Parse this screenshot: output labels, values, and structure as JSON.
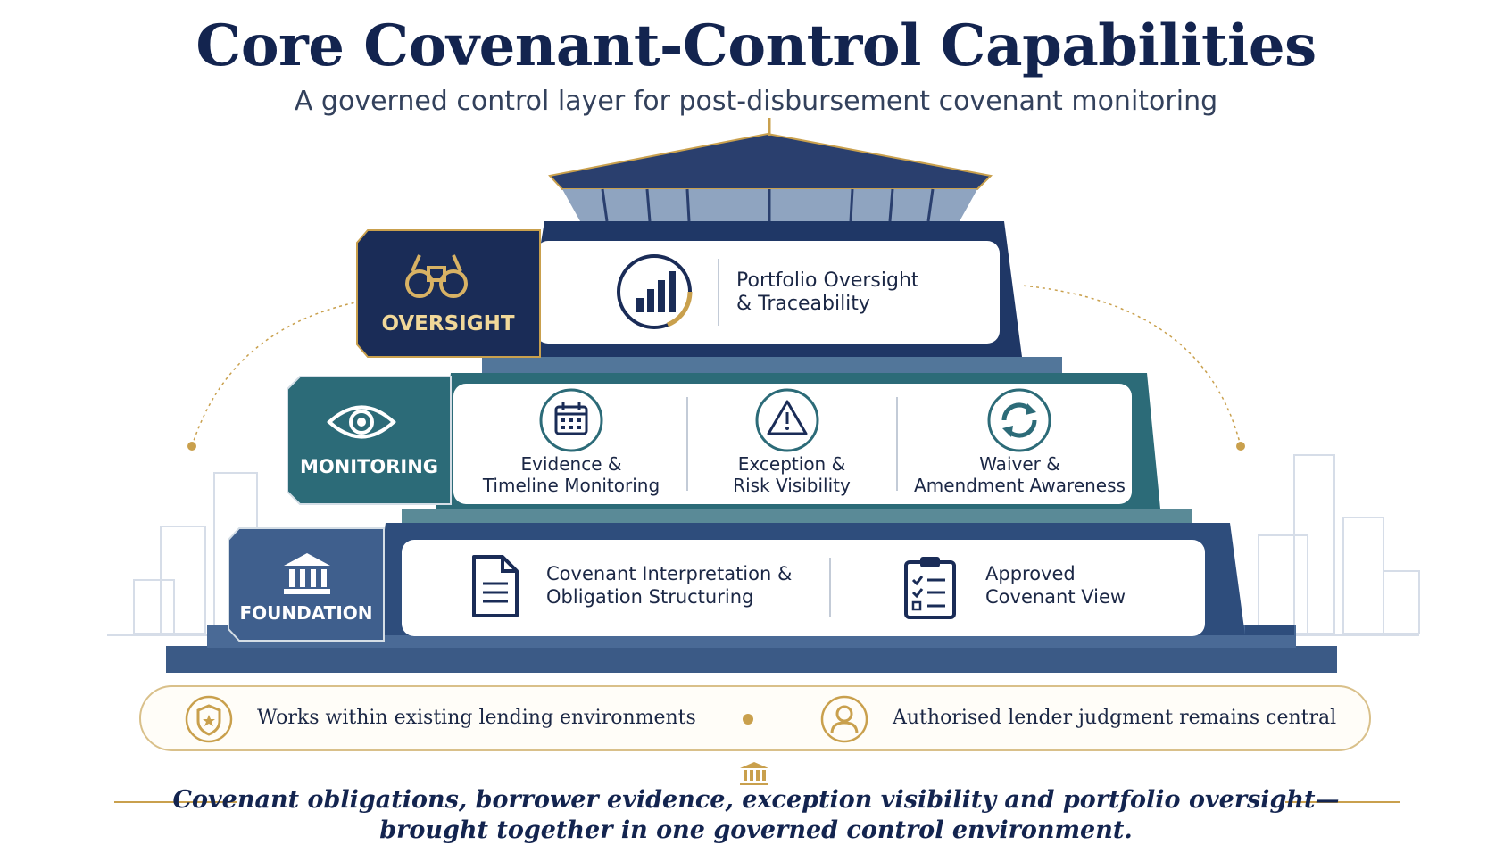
{
  "header": {
    "title": "Core Covenant-Control Capabilities",
    "subtitle": "A governed control layer for post-disbursement covenant monitoring"
  },
  "tiers": {
    "oversight": {
      "label": "OVERSIGHT",
      "capabilities": [
        {
          "line1": "Portfolio Oversight",
          "line2": "& Traceability"
        }
      ]
    },
    "monitoring": {
      "label": "MONITORING",
      "capabilities": [
        {
          "line1": "Evidence &",
          "line2": "Timeline Monitoring"
        },
        {
          "line1": "Exception &",
          "line2": "Risk Visibility"
        },
        {
          "line1": "Waiver &",
          "line2": "Amendment Awareness"
        }
      ]
    },
    "foundation": {
      "label": "FOUNDATION",
      "capabilities": [
        {
          "line1": "Covenant Interpretation &",
          "line2": "Obligation Structuring"
        },
        {
          "line1": "Approved",
          "line2": "Covenant View"
        }
      ]
    }
  },
  "footer_bar": {
    "left": "Works within existing lending environments",
    "right": "Authorised lender judgment remains central"
  },
  "tagline": {
    "line1": "Covenant obligations, borrower evidence, exception visibility and portfolio oversight—",
    "line2": "brought together in one governed control environment."
  },
  "icons": {
    "oversight": "binoculars-icon",
    "monitoring": "eye-icon",
    "foundation": "bank-icon",
    "portfolio": "bar-chart-icon",
    "evidence": "calendar-icon",
    "exception": "warning-icon",
    "waiver": "refresh-icon",
    "interpretation": "document-icon",
    "approved": "checklist-icon",
    "works_within": "shield-icon",
    "judgment": "user-icon",
    "pillar": "pillar-icon"
  },
  "colors": {
    "navy": "#1a2c57",
    "teal": "#2c6b78",
    "steel": "#3f5f8d",
    "gold": "#c9a04d",
    "text": "#13244f"
  }
}
